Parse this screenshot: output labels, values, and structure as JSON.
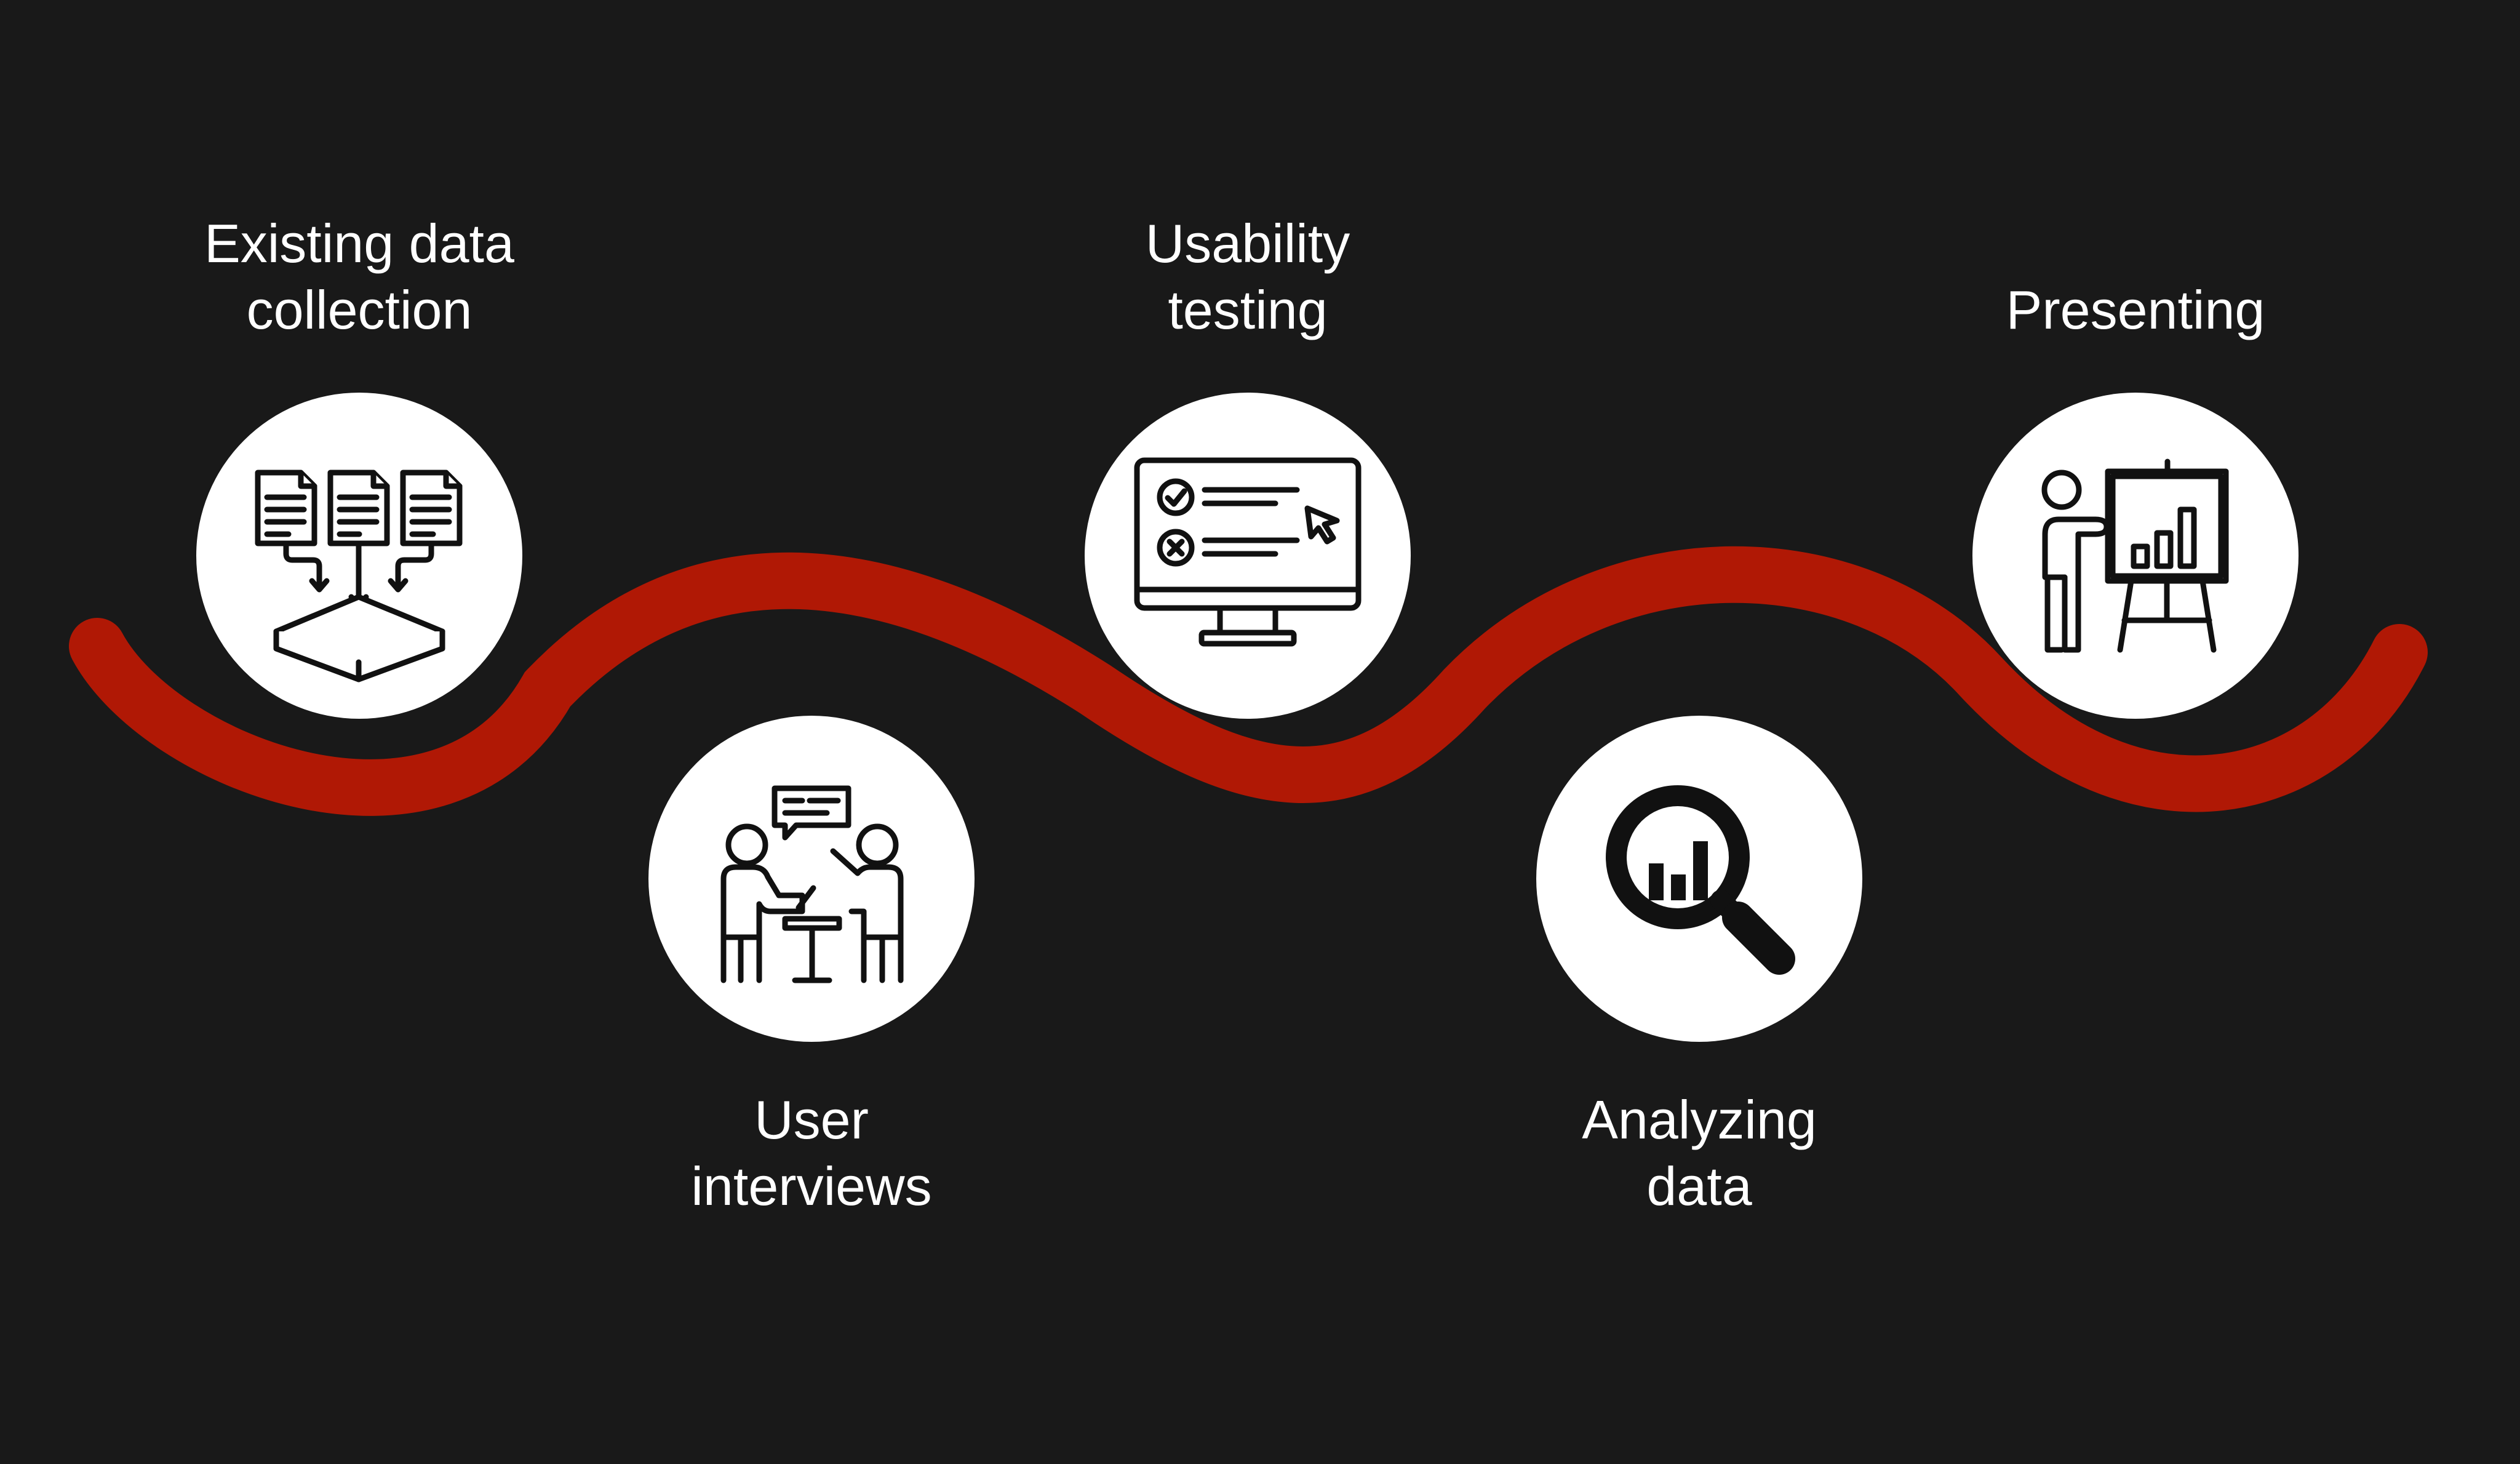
{
  "colors": {
    "background": "#191919",
    "wave": "#b01805",
    "circle": "#ffffff",
    "icon": "#111111",
    "text": "#ffffff"
  },
  "steps": [
    {
      "label": "Existing data\ncollection",
      "icon": "documents-to-database-icon"
    },
    {
      "label": "User\ninterviews",
      "icon": "interview-meeting-icon"
    },
    {
      "label": "Usability\ntesting",
      "icon": "monitor-checklist-icon"
    },
    {
      "label": "Analyzing\ndata",
      "icon": "magnifier-chart-icon"
    },
    {
      "label": "Presenting",
      "icon": "presenter-board-icon"
    }
  ]
}
